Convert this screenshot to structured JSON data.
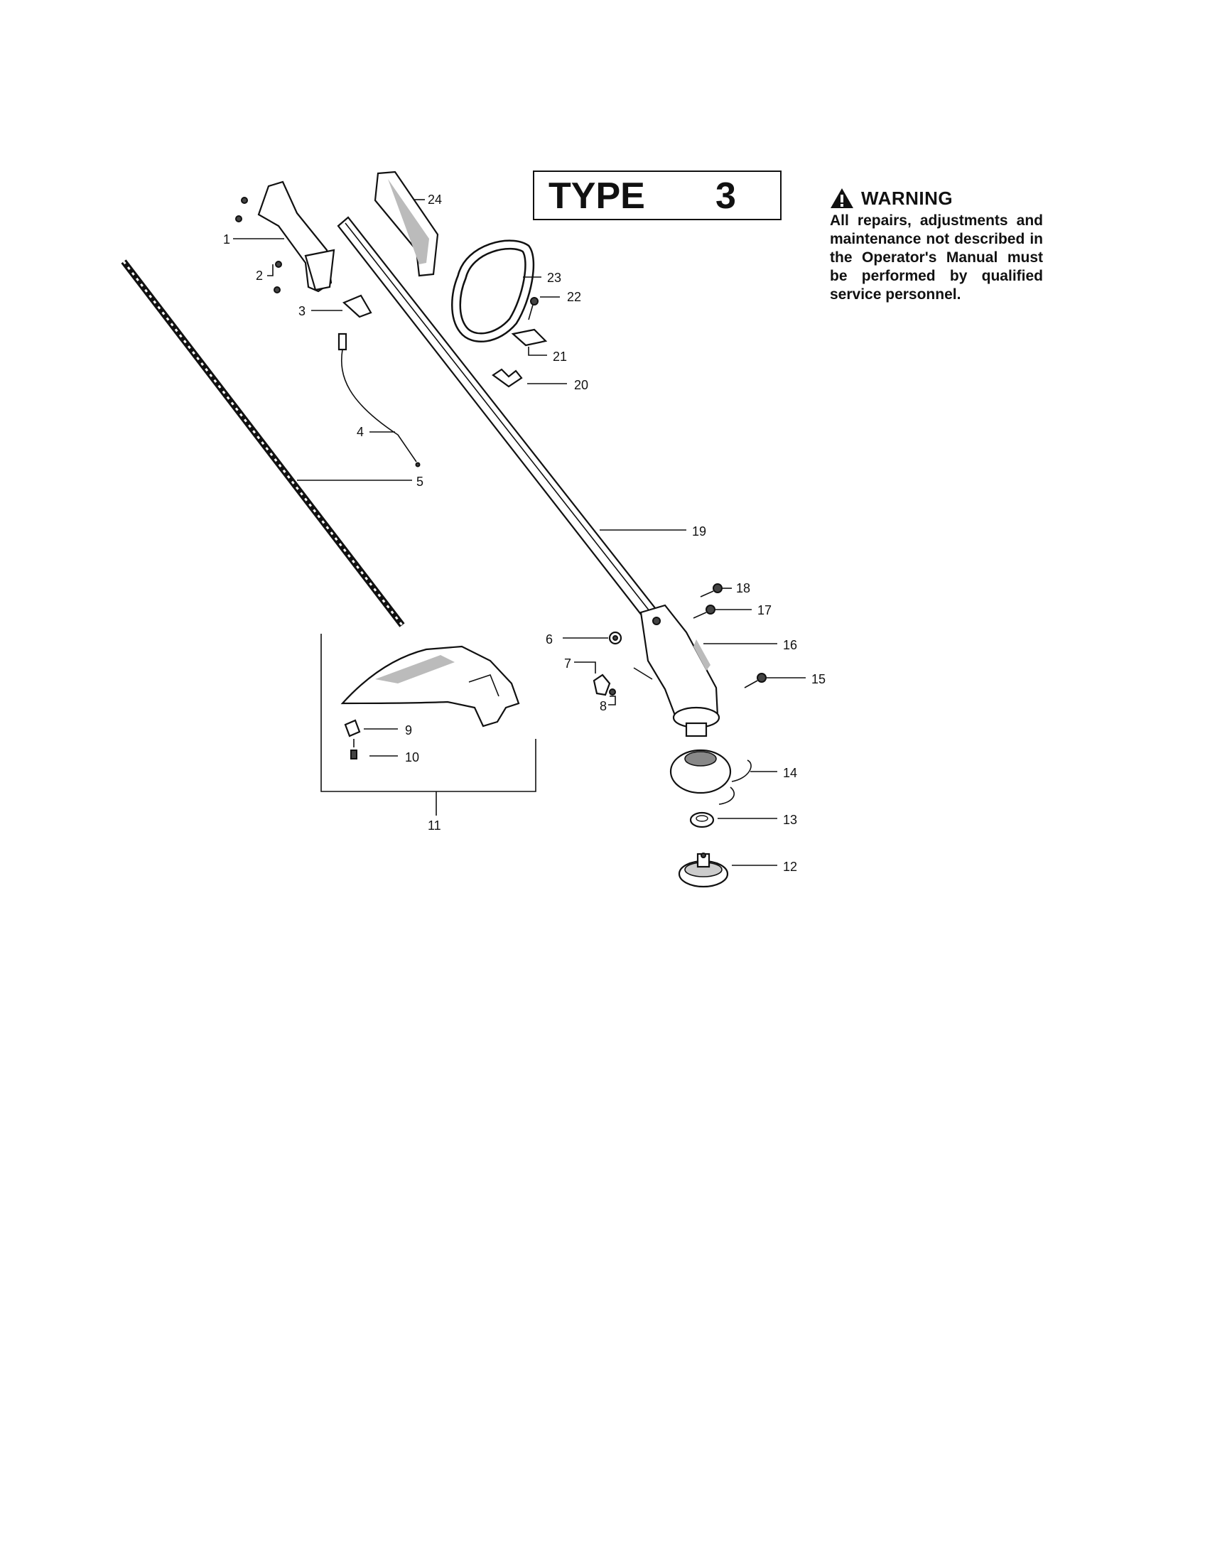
{
  "type_box": {
    "label": "TYPE",
    "number": "3"
  },
  "warning": {
    "title": "WARNING",
    "body": "All repairs, adjustments and maintenance not described in the Operator's Manual must be performed by qualified service personnel.",
    "icon": "warning-triangle-icon"
  },
  "callouts": {
    "p1": "1",
    "p2": "2",
    "p3": "3",
    "p4": "4",
    "p5": "5",
    "p6": "6",
    "p7": "7",
    "p8": "8",
    "p9": "9",
    "p10": "10",
    "p11": "11",
    "p12": "12",
    "p13": "13",
    "p14": "14",
    "p15": "15",
    "p16": "16",
    "p17": "17",
    "p18": "18",
    "p19": "19",
    "p20": "20",
    "p21": "21",
    "p22": "22",
    "p23": "23",
    "p24": "24"
  }
}
